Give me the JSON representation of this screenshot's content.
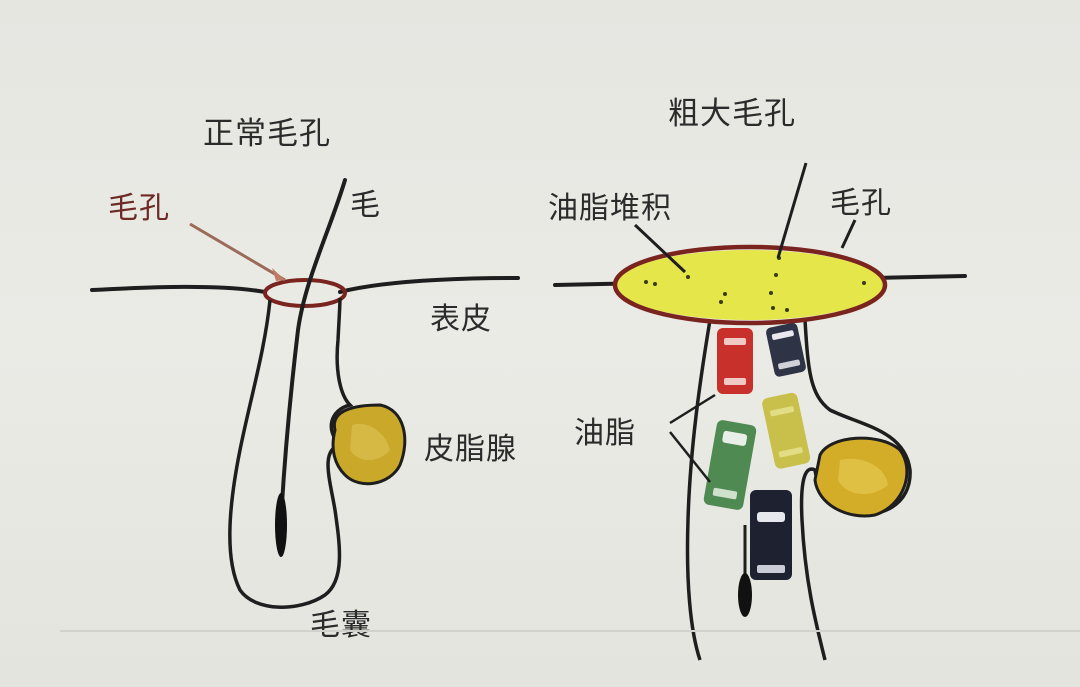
{
  "diagram": {
    "normal_pore": {
      "title": "正常毛孔",
      "labels": {
        "pore": "毛孔",
        "hair": "毛",
        "epidermis": "表皮",
        "sebaceous_gland": "皮脂腺",
        "hair_follicle": "毛囊"
      }
    },
    "enlarged_pore": {
      "title": "粗大毛孔",
      "labels": {
        "oil_accumulation": "油脂堆积",
        "pore": "毛孔",
        "oil": "油脂"
      },
      "cars": [
        {
          "color": "#c8302c"
        },
        {
          "color": "#2e3346"
        },
        {
          "color": "#c8c04a"
        },
        {
          "color": "#4f8a52"
        },
        {
          "color": "#1d2130"
        }
      ]
    },
    "colors": {
      "pore_ring": "#7a2420",
      "oil_fill": "#e4e64a",
      "gland_fill": "#c9a82a",
      "outline": "#1e1e1e"
    }
  }
}
